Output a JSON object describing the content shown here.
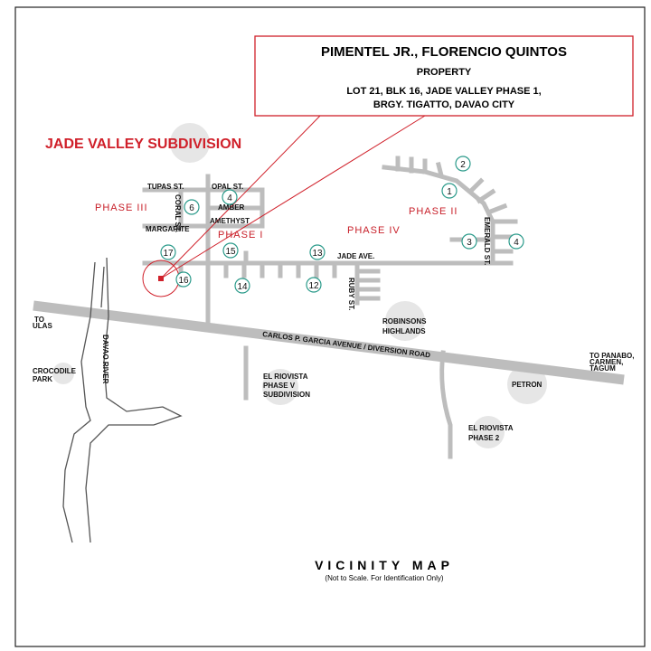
{
  "title_box": {
    "owner": "PIMENTEL JR., FLORENCIO QUINTOS",
    "subtitle": "PROPERTY",
    "location_line1": "LOT 21, BLK 16, JADE VALLEY PHASE 1,",
    "location_line2": "BRGY. TIGATTO, DAVAO CITY"
  },
  "subdivision_title": "JADE VALLEY SUBDIVISION",
  "phases": [
    "PHASE III",
    "PHASE I",
    "PHASE IV",
    "PHASE II"
  ],
  "streets": {
    "tupas": "TUPAS ST.",
    "opal": "OPAL ST.",
    "coral": "CORAL ST.",
    "amber": "AMBER",
    "amethyst": "AMETHYST",
    "margarite": "MARGARITE",
    "jade": "JADE AVE.",
    "ruby": "RUBY ST.",
    "emerald": "EMERALD ST.",
    "carlos": "CARLOS P. GARCIA AVENUE / DIVERSION ROAD",
    "river": "DAVAO RIVER"
  },
  "block_numbers": [
    "1",
    "2",
    "3",
    "4",
    "4",
    "6",
    "12",
    "13",
    "14",
    "15",
    "16",
    "17"
  ],
  "landmarks": {
    "to_ulas_1": "TO",
    "to_ulas_2": "ULAS",
    "crocodile_1": "CROCODILE",
    "crocodile_2": "PARK",
    "robinsons_1": "ROBINSONS",
    "robinsons_2": "HIGHLANDS",
    "riovista5_1": "EL RIOVISTA",
    "riovista5_2": "PHASE V",
    "riovista5_3": "SUBDIVISION",
    "petron": "PETRON",
    "riovista2_1": "EL RIOVISTA",
    "riovista2_2": "PHASE 2",
    "to_panabo_1": "TO PANABO,",
    "to_panabo_2": "CARMEN,",
    "to_panabo_3": "TAGUM"
  },
  "footer": {
    "title": "VICINITY MAP",
    "note": "(Not to Scale. For Identification Only)"
  },
  "colors": {
    "accent": "#d0202a",
    "road": "#bdbdbd",
    "circle": "#2a9a8a"
  }
}
